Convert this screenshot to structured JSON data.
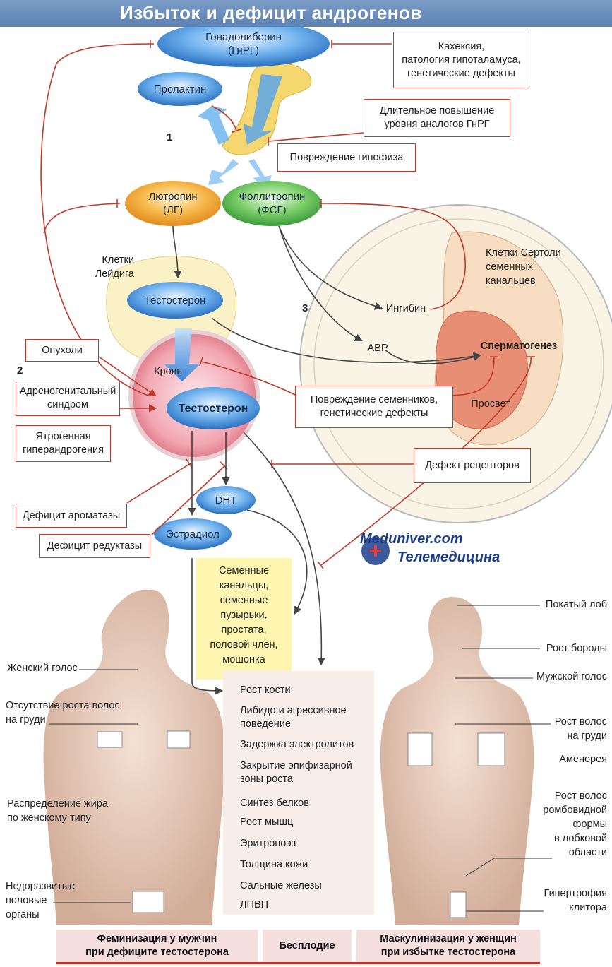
{
  "title": "Избыток и дефицит андрогенов",
  "nodes": {
    "gnrh": "Гонадолиберин\n(ГнРГ)",
    "prolactin": "Пролактин",
    "lh": "Лютропин\n(ЛГ)",
    "fsh": "Фоллитропин\n(ФСГ)",
    "testosterone_top": "Тестостерон",
    "testosterone_main": "Тестостерон",
    "dht": "DHT",
    "estradiol": "Эстрадиол"
  },
  "labels": {
    "leydig": "Клетки\nЛейдига",
    "blood": "Кровь",
    "sertoli": "Клетки Сертоли\nсеменных\nканальцев",
    "inhibin": "Ингибин",
    "abp": "АВР",
    "spermatogenesis": "Сперматогенез",
    "lumen": "Просвет",
    "num1": "1",
    "num2": "2",
    "num3": "3"
  },
  "boxes": {
    "cachexia": "Кахексия,\nпатология гипоталамуса,\nгенетические дефекты",
    "gnrh_analogs": "Длительное повышение\nуровня аналогов ГнРГ",
    "pituitary_damage": "Повреждение гипофиза",
    "tumors": "Опухоли",
    "adrenogenital": "Адреногенитальный\nсиндром",
    "iatrogenic": "Ятрогенная\nгиперандрогения",
    "testis_damage": "Повреждение семенников,\nгенетические дефекты",
    "receptor_defect": "Дефект рецепторов",
    "aromatase_deficit": "Дефицит ароматазы",
    "reductase_deficit": "Дефицит редуктазы"
  },
  "targets_box": "Семенные\nканальцы,\nсеменные\nпузырьки,\nпростата,\nполовой член,\nмошонка",
  "effects": [
    "Рост кости",
    "Либидо и агрессивное\nповедение",
    "Задержка электролитов",
    "Закрытие эпифизарной\nзоны роста",
    "Синтез белков",
    "Рост мышц",
    "Эритропоэз",
    "Толщина кожи",
    "Сальные железы",
    "ЛПВП"
  ],
  "male_labels": {
    "voice": "Женский голос",
    "chest_hair": "Отсутствие роста волос\nна груди",
    "fat": "Распределение жира\nпо женскому типу",
    "genitals": "Недоразвитые\nполовые\nорганы"
  },
  "female_labels": {
    "forehead": "Покатый лоб",
    "beard": "Рост бороды",
    "voice": "Мужской голос",
    "chest_hair": "Рост волос\nна груди",
    "amenorrhea": "Аменорея",
    "pubic_hair": "Рост волос\nромбовидной\nформы\nв лобковой\nобласти",
    "clitoris": "Гипертрофия\nклитора"
  },
  "bottom": {
    "left": "Феминизация у мужчин\nпри дефиците тестостерона",
    "middle": "Бесплодие",
    "right": "Маскулинизация у женщин\nпри избытке тестостерона"
  },
  "watermark": {
    "line1": "Meduniver.com",
    "line2": "Телемедицина"
  },
  "colors": {
    "title_bg": "#5d82b3",
    "inhibit_red": "#c0392b",
    "arrow_dark": "#444444",
    "blue_oval": "#3f8fd8",
    "orange_oval": "#f0a030",
    "green_oval": "#5cb85c",
    "pink_panel": "#f7ede9",
    "yellow_box": "#fdf5b0"
  }
}
